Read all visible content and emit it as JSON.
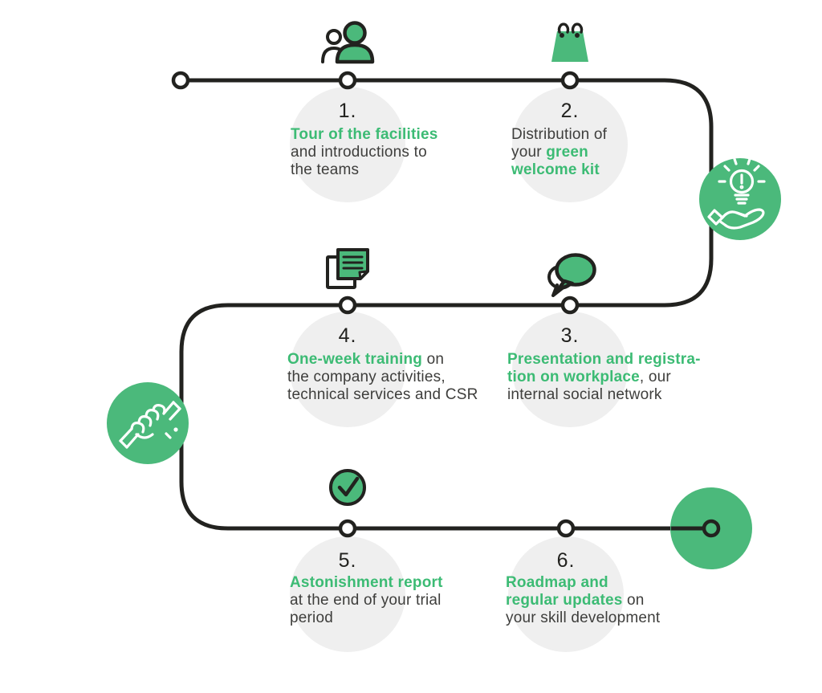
{
  "colors": {
    "green_fill": "#4BB97B",
    "green_text": "#3CBB74",
    "dark": "#22221F",
    "text_dark": "#3E3E3C",
    "circle_gray": "#EFEFEF",
    "background": "#FFFFFF"
  },
  "steps": [
    {
      "number": "1.",
      "icon": "team-people-icon",
      "lines": [
        [
          {
            "t": "Tour of the facilities",
            "g": true
          }
        ],
        [
          {
            "t": "and introductions to",
            "g": false
          }
        ],
        [
          {
            "t": "the teams",
            "g": false
          }
        ]
      ]
    },
    {
      "number": "2.",
      "icon": "welcome-bag-icon",
      "lines": [
        [
          {
            "t": "Distribution of",
            "g": false
          }
        ],
        [
          {
            "t": "your ",
            "g": false
          },
          {
            "t": "green",
            "g": true
          }
        ],
        [
          {
            "t": "welcome kit",
            "g": true
          }
        ]
      ]
    },
    {
      "number": "3.",
      "icon": "speech-bubbles-icon",
      "lines": [
        [
          {
            "t": "Presentation and registra-",
            "g": true
          }
        ],
        [
          {
            "t": "tion on workplace",
            "g": true
          },
          {
            "t": ", our",
            "g": false
          }
        ],
        [
          {
            "t": "internal social network",
            "g": false
          }
        ]
      ]
    },
    {
      "number": "4.",
      "icon": "training-notes-icon",
      "lines": [
        [
          {
            "t": "One-week training",
            "g": true
          },
          {
            "t": " on",
            "g": false
          }
        ],
        [
          {
            "t": "the company activities,",
            "g": false
          }
        ],
        [
          {
            "t": "technical services and CSR",
            "g": false
          }
        ]
      ]
    },
    {
      "number": "5.",
      "icon": "check-mark-icon",
      "lines": [
        [
          {
            "t": "Astonishment report",
            "g": true
          }
        ],
        [
          {
            "t": "at the end of your trial",
            "g": false
          }
        ],
        [
          {
            "t": "period",
            "g": false
          }
        ]
      ]
    },
    {
      "number": "6.",
      "icon": "none",
      "lines": [
        [
          {
            "t": "Roadmap and",
            "g": true
          }
        ],
        [
          {
            "t": "regular updates",
            "g": true
          },
          {
            "t": " on",
            "g": false
          }
        ],
        [
          {
            "t": "your skill development",
            "g": false
          }
        ]
      ]
    }
  ],
  "milestones": {
    "idea": {
      "icon": "hand-holding-lightbulb-icon"
    },
    "collaboration": {
      "icon": "handshake-icon"
    },
    "finish": {
      "icon": "end-point-marker"
    }
  }
}
